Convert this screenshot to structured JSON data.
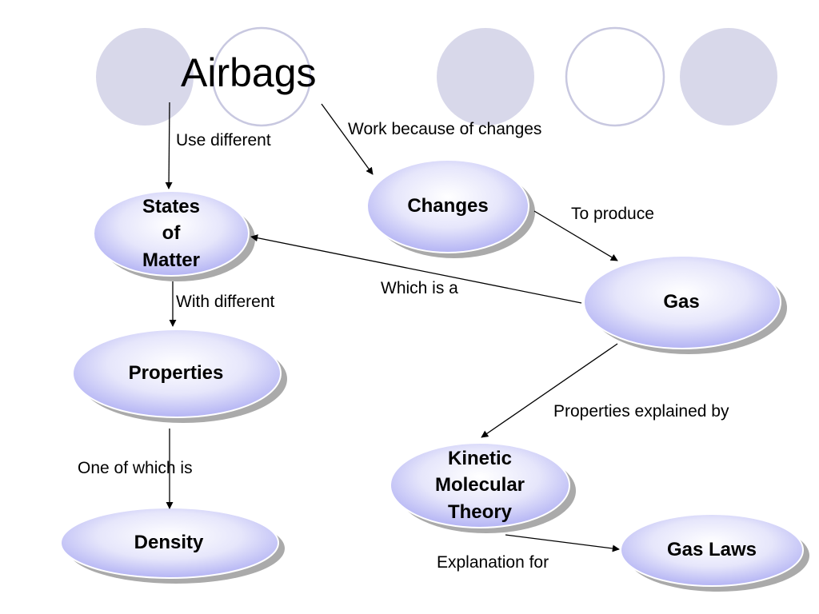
{
  "title": "Airbags",
  "nodes": {
    "states_of_matter": "States\nof\nMatter",
    "changes": "Changes",
    "gas": "Gas",
    "properties": "Properties",
    "density": "Density",
    "kmt": "Kinetic\nMolecular\nTheory",
    "gas_laws": "Gas Laws"
  },
  "links": {
    "use_different": "Use different",
    "work_because": "Work because of changes",
    "to_produce": "To produce",
    "which_is_a": "Which is a",
    "with_different": "With different",
    "properties_explained_by": "Properties explained by",
    "one_of_which_is": "One of which is",
    "explanation_for": "Explanation for"
  },
  "colors": {
    "circle_fill": "#d8d8ea",
    "circle_stroke": "#c8c8e0",
    "node_light": "#ffffff",
    "node_dark": "#b4b4f4",
    "shadow": "#aaaaaa"
  }
}
